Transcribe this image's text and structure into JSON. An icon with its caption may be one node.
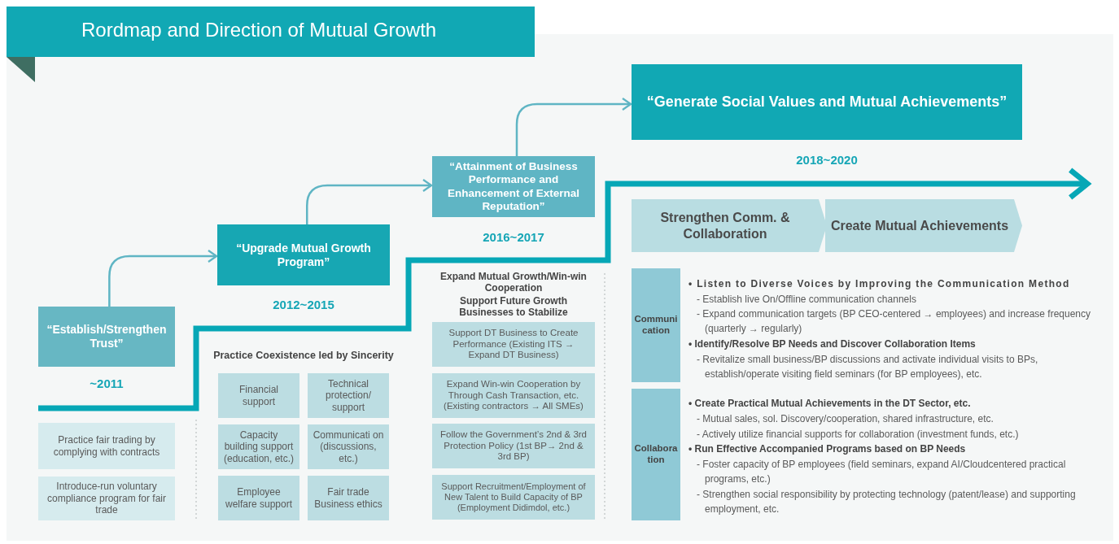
{
  "diagram": {
    "title": "Rordmap and Direction of Mutual Growth",
    "nodes": [
      {
        "text": [
          "“Establish/Strengthen Trust”"
        ],
        "beside": [
          "~2011"
        ]
      },
      {
        "text": [
          "Practice fair trading by complying with contracts"
        ]
      },
      {
        "text": [
          "Introduce-run voluntary compliance program for fair trade"
        ]
      },
      {
        "text": [
          "“Upgrade Mutual Growth Program”"
        ],
        "beside": [
          "2012~2015"
        ]
      },
      {
        "text": [
          "Financial support"
        ]
      },
      {
        "text": [
          "Technical protection/ support"
        ]
      },
      {
        "text": [
          "Capacity building support (education, etc.)"
        ]
      },
      {
        "text": [
          "Communicati on (discussions, etc.)"
        ]
      },
      {
        "text": [
          "Employee welfare support"
        ]
      },
      {
        "text": [
          "Fair trade Business ethics"
        ]
      },
      {
        "text": [
          "“Attainment of Business Performance and Enhancement of External Reputation”"
        ],
        "beside": [
          "2016~2017"
        ]
      },
      {
        "text": [
          "Support DT Business to Create Performance (Existing ITS → Expand DT Business)"
        ]
      },
      {
        "text": [
          "Expand Win-win Cooperation by Through Cash Transaction, etc. (Existing contractors → All SMEs)"
        ]
      },
      {
        "text": [
          "Follow the Government’s 2nd & 3rd Protection Policy (1st BP→ 2nd & 3rd BP)"
        ]
      },
      {
        "text": [
          "Support Recruitment/Employment of New Talent to Build Capacity of BP (Employment Didimdol, etc.)"
        ]
      },
      {
        "text": [
          "“Generate Social Values and Mutual Achievements”"
        ],
        "beside": [
          "2018~2020"
        ]
      },
      {
        "text": [
          "Strengthen Comm. & Collaboration"
        ]
      },
      {
        "text": [
          "Create Mutual Achievements"
        ]
      },
      {
        "text": [
          "Communi cation"
        ]
      },
      {
        "text": [
          "Collabora tion"
        ]
      }
    ],
    "edges": [
      {
        "from": 0,
        "to": 3,
        "arrow": "to"
      },
      {
        "from": 3,
        "to": 10,
        "arrow": "to"
      },
      {
        "from": 10,
        "to": 15,
        "arrow": "to"
      }
    ],
    "labels": [
      "Practice Coexistence led by Sincerity",
      "Expand Mutual Growth/Win-win Cooperation",
      "Support Future Growth Businesses to Stabilize",
      "• Listen to Diverse Voices by Improving the Communication Method",
      "- Establish live On/Offline communication channels",
      "- Expand communication targets (BP CEO-centered → employees) and increase frequency (quarterly → regularly)",
      "• Identify/Resolve BP Needs and Discover Collaboration Items",
      "- Revitalize small business/BP discussions and activate individual visits to BPs, establish/operate visiting field seminars (for BP employees), etc.",
      "• Create Practical Mutual Achievements in the DT Sector, etc.",
      "- Mutual sales, sol. Discovery/cooperation, shared infrastructure, etc.",
      "- Actively utilize financial supports for collaboration (investment funds, etc.)",
      "• Run Effective Accompanied Programs based on BP Needs",
      "- Foster capacity of BP employees (field seminars, expand AI/Cloudcentered practical programs, etc.)",
      "- Strengthen social responsibility by protecting technology (patent/lease) and supporting employment, etc."
    ]
  }
}
